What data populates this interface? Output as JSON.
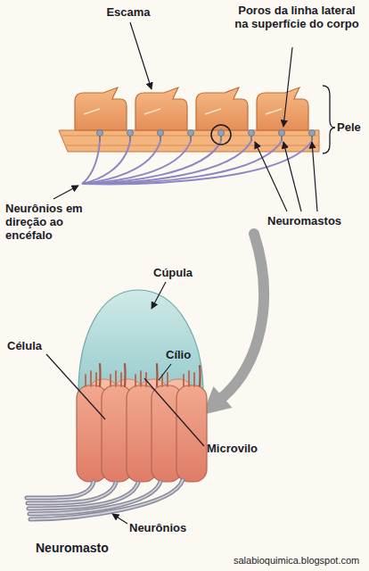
{
  "diagram": {
    "labels": [
      "Escama",
      "Poros da linha lateral na superfície do corpo",
      "Pele",
      "Neurônios em direção ao encéfalo",
      "Neuromastos",
      "Cúpula",
      "Célula",
      "Cílio",
      "Microvilo",
      "Neurônios",
      "Neuromasto",
      "salabioquimica.blogspot.com"
    ]
  }
}
